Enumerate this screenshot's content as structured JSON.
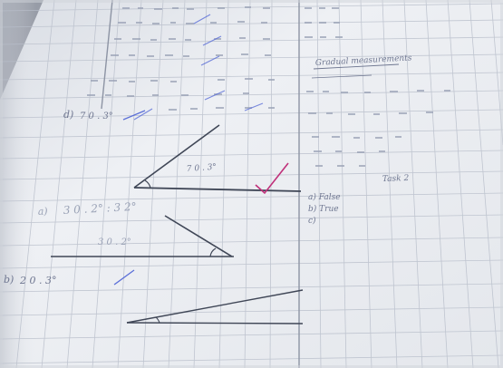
{
  "photo": {
    "subject": "handwritten math notebook page on grid paper",
    "colors": {
      "paper": "#eef0f3",
      "grid": "#b9bfcb",
      "margin_line": "#8d94a4",
      "pencil": "#6e7690",
      "check_mark": "#c0307a",
      "blue_pen": "#5b6fd8"
    },
    "annotations": [
      {
        "id": "d",
        "label": "d)",
        "text": "7 0 . 3°"
      },
      {
        "id": "triangle-1",
        "text": "7 0 . 3°"
      },
      {
        "id": "a",
        "label": "a)",
        "text": "3 0 . 2° : 3 2°"
      },
      {
        "id": "triangle-2",
        "text": "3 0 . 2°"
      },
      {
        "id": "b",
        "label": "b)",
        "text": "2 0 . 3°"
      }
    ],
    "right_notes": {
      "heading": "Gradual measurements",
      "answers": [
        "a) False",
        "b) True",
        "c)"
      ],
      "caption": "Task 2"
    }
  }
}
